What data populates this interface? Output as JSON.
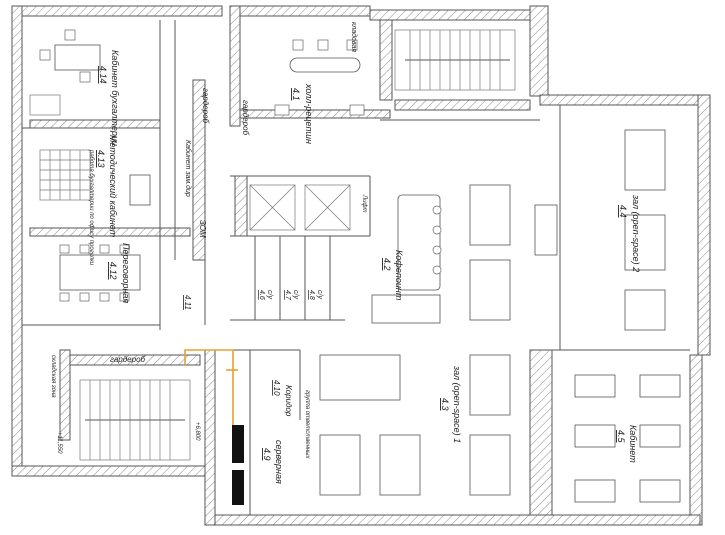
{
  "rooms": [
    {
      "id": "cab-buh",
      "label": "Кабинет бухгалтерии",
      "num": "4.14"
    },
    {
      "id": "cab-method",
      "label": "Методический кабинет",
      "num": "4.13"
    },
    {
      "id": "meeting",
      "label": "Переговорная",
      "num": "4.12"
    },
    {
      "id": "wardrobe-a",
      "label": "гардероб",
      "num": ""
    },
    {
      "id": "wardrobe-b",
      "label": "гардероб",
      "num": ""
    },
    {
      "id": "cab-zam",
      "label": "Кабинет зам.дир",
      "num": ""
    },
    {
      "id": "zom",
      "label": "ЗОМ",
      "num": "4.11"
    },
    {
      "id": "hall",
      "label": "холл-рецепшн",
      "num": "4.1"
    },
    {
      "id": "kitchen",
      "label": "Кофепоинт",
      "num": "4.2"
    },
    {
      "id": "openspace-1",
      "label": "зал (open-space) 1",
      "num": "4.3"
    },
    {
      "id": "openspace-2",
      "label": "зал (open-space) 2",
      "num": "4.4"
    },
    {
      "id": "cab-45",
      "label": "Кабинет",
      "num": "4.5"
    },
    {
      "id": "server",
      "label": "серверная",
      "num": "4.9"
    },
    {
      "id": "corridor",
      "label": "Коридор",
      "num": "4.10"
    },
    {
      "id": "wc-1",
      "label": "с/у",
      "num": "4.6"
    },
    {
      "id": "wc-2",
      "label": "с/у",
      "num": "4.7"
    },
    {
      "id": "wc-3",
      "label": "с/у",
      "num": "4.8"
    },
    {
      "id": "storage",
      "label": "кладовая",
      "num": ""
    },
    {
      "id": "wardrobe-c",
      "label": "гардероб",
      "num": ""
    }
  ],
  "notes": {
    "stair_note": "+11,550",
    "level_note": "+6,800",
    "info_text": "работа бухгалтерии по офису прогулки",
    "lift_label": "Лифт",
    "side_label_1": "складская зона",
    "side_label_2": "группа ответственных"
  },
  "colors": {
    "cable": "#e8a030",
    "wall": "#555555"
  }
}
